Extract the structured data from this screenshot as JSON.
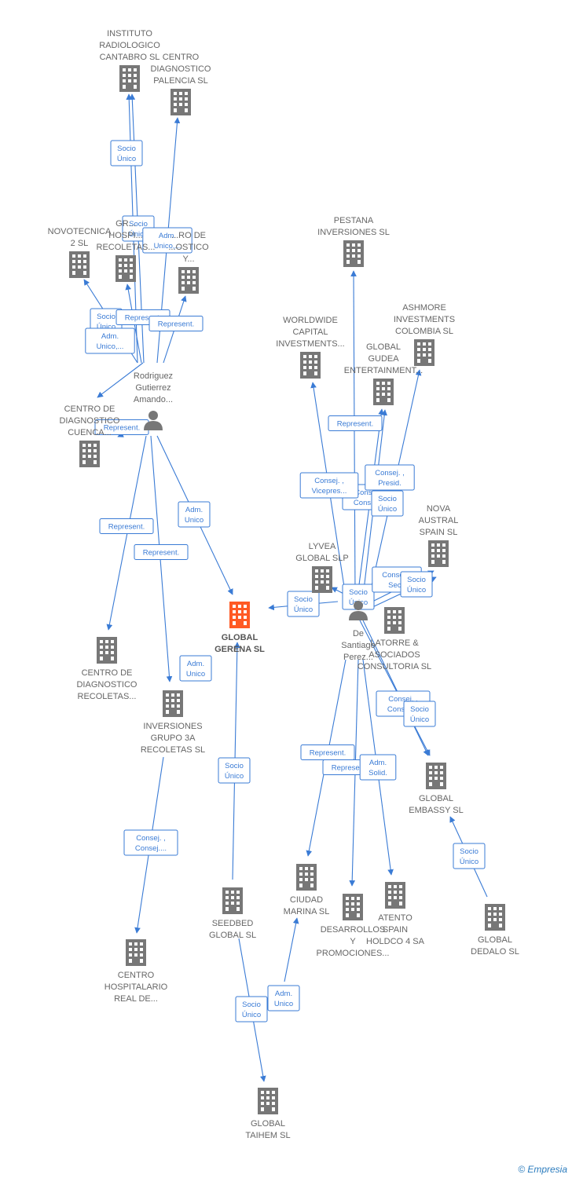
{
  "colors": {
    "accent": "#3a7bd5",
    "node": "#777777",
    "highlight": "#ff5a24"
  },
  "nodes": [
    {
      "id": "instituto",
      "kind": "company",
      "lines": [
        "INSTITUTO",
        "RADIOLOGICO",
        "CANTABRO SL"
      ]
    },
    {
      "id": "centro_palencia",
      "kind": "company",
      "lines": [
        "CENTRO",
        "DIAGNOSTICO",
        "PALENCIA  SL"
      ]
    },
    {
      "id": "novotecnica",
      "kind": "company",
      "lines": [
        "NOVOTECNICA",
        "2  SL"
      ]
    },
    {
      "id": "grupo_hosp",
      "kind": "company",
      "lines": [
        "GR...",
        "HOSPI...",
        "RECOLETAS..."
      ]
    },
    {
      "id": "centro_y",
      "kind": "company",
      "lines": [
        "...RO DE",
        "...OSTICO",
        "Y..."
      ]
    },
    {
      "id": "rodriguez",
      "kind": "person",
      "lines": [
        "Rodriguez",
        "Gutierrez",
        "Amando..."
      ]
    },
    {
      "id": "centro_cuenca",
      "kind": "company",
      "lines": [
        "CENTRO DE",
        "DIAGNOSTICO",
        "CUENCA..."
      ]
    },
    {
      "id": "global_gerena",
      "kind": "focus",
      "lines": [
        "GLOBAL",
        "GERENA  SL"
      ]
    },
    {
      "id": "centro_recoletas",
      "kind": "company",
      "lines": [
        "CENTRO DE",
        "DIAGNOSTICO",
        "RECOLETAS..."
      ]
    },
    {
      "id": "inversiones3a",
      "kind": "company",
      "lines": [
        "INVERSIONES",
        "GRUPO 3A",
        "RECOLETAS SL"
      ]
    },
    {
      "id": "centro_hosp_real",
      "kind": "company",
      "lines": [
        "CENTRO",
        "HOSPITALARIO",
        "REAL DE..."
      ]
    },
    {
      "id": "seedbed",
      "kind": "company",
      "lines": [
        "SEEDBED",
        "GLOBAL  SL"
      ]
    },
    {
      "id": "global_taihem",
      "kind": "company",
      "lines": [
        "GLOBAL",
        "TAIHEM SL"
      ]
    },
    {
      "id": "ciudad_marina",
      "kind": "company",
      "lines": [
        "CIUDAD",
        "MARINA SL"
      ]
    },
    {
      "id": "pestana",
      "kind": "company",
      "lines": [
        "PESTANA",
        "INVERSIONES SL"
      ]
    },
    {
      "id": "worldwide",
      "kind": "company",
      "lines": [
        "WORLDWIDE",
        "CAPITAL",
        "INVESTMENTS..."
      ]
    },
    {
      "id": "ashmore",
      "kind": "company",
      "lines": [
        "ASHMORE",
        "INVESTMENTS",
        "COLOMBIA SL"
      ]
    },
    {
      "id": "global_gudea",
      "kind": "company",
      "lines": [
        "GLOBAL",
        "GUDEA",
        "ENTERTAINMENT..."
      ]
    },
    {
      "id": "nova_austral",
      "kind": "company",
      "lines": [
        "NOVA",
        "AUSTRAL",
        "SPAIN  SL"
      ]
    },
    {
      "id": "lyvea",
      "kind": "company",
      "lines": [
        "LYVEA",
        "GLOBAL  SLP"
      ]
    },
    {
      "id": "de_santiago",
      "kind": "person",
      "lines": [
        "De",
        "Santiago",
        "Perez..."
      ]
    },
    {
      "id": "latorre",
      "kind": "company",
      "lines": [
        "LATORRE &",
        "ASOCIADOS",
        "CONSULTORIA SL"
      ]
    },
    {
      "id": "global_embassy",
      "kind": "company",
      "lines": [
        "GLOBAL",
        "EMBASSY  SL"
      ]
    },
    {
      "id": "global_dedalo",
      "kind": "company",
      "lines": [
        "GLOBAL",
        "DEDALO  SL"
      ]
    },
    {
      "id": "desarrollos",
      "kind": "company",
      "lines": [
        "DESARROLLOS",
        "Y",
        "PROMOCIONES..."
      ]
    },
    {
      "id": "atento",
      "kind": "company",
      "lines": [
        "ATENTO",
        "SPAIN",
        "HOLDCO 4 SA"
      ]
    }
  ],
  "edges": [
    {
      "from": "rodriguez",
      "to": "instituto",
      "lines": [
        "Socio",
        "Único"
      ]
    },
    {
      "from": "rodriguez",
      "to": "instituto",
      "lines": [
        "Socio",
        "Único"
      ]
    },
    {
      "from": "rodriguez",
      "to": "centro_palencia",
      "lines": [
        "Adm.",
        "Unico,..."
      ]
    },
    {
      "from": "rodriguez",
      "to": "novotecnica",
      "lines": [
        "Socio",
        "Único"
      ]
    },
    {
      "from": "rodriguez",
      "to": "grupo_hosp",
      "lines": [
        "Represent."
      ]
    },
    {
      "from": "rodriguez",
      "to": "centro_y",
      "lines": [
        "Represent."
      ]
    },
    {
      "from": "rodriguez",
      "to": "centro_cuenca",
      "lines": [
        "Adm.",
        "Unico,..."
      ]
    },
    {
      "from": "rodriguez",
      "to": "centro_cuenca",
      "lines": [
        "Represent."
      ]
    },
    {
      "from": "rodriguez",
      "to": "global_gerena",
      "lines": [
        "Adm.",
        "Unico"
      ]
    },
    {
      "from": "rodriguez",
      "to": "centro_recoletas",
      "lines": [
        "Represent."
      ]
    },
    {
      "from": "rodriguez",
      "to": "inversiones3a",
      "lines": [
        "Represent."
      ]
    },
    {
      "from": "inversiones3a",
      "to": "centro_hosp_real",
      "lines": [
        "Consej. ,",
        "Consej...."
      ]
    },
    {
      "from": "seedbed",
      "to": "global_gerena",
      "lines": [
        "Socio",
        "Único"
      ]
    },
    {
      "from": "ciudad_marina",
      "to": "global_taihem",
      "lines": [
        "Adm.",
        "Unico"
      ]
    },
    {
      "from": "seedbed",
      "to": "global_taihem",
      "lines": [
        "Socio",
        "Único"
      ]
    },
    {
      "from": "de_santiago",
      "to": "global_gerena",
      "lines": [
        "Socio",
        "Único"
      ]
    },
    {
      "from": "de_santiago",
      "to": "global_gerena",
      "lines": [
        "Adm.",
        "Unico"
      ]
    },
    {
      "from": "de_santiago",
      "to": "pestana",
      "lines": [
        "Consej. ,",
        "Consej...."
      ]
    },
    {
      "from": "de_santiago",
      "to": "worldwide",
      "lines": [
        "Consej. ,",
        "Vicepres..."
      ]
    },
    {
      "from": "de_santiago",
      "to": "global_gudea",
      "lines": [
        "Represent."
      ]
    },
    {
      "from": "de_santiago",
      "to": "global_gudea",
      "lines": [
        "Consej. ,",
        "Presid."
      ]
    },
    {
      "from": "de_santiago",
      "to": "ashmore",
      "lines": [
        "Socio",
        "Único"
      ]
    },
    {
      "from": "de_santiago",
      "to": "lyvea",
      "lines": [
        "Socio",
        "Único"
      ]
    },
    {
      "from": "de_santiago",
      "to": "nova_austral",
      "lines": [
        "Consej. ,",
        "Secr."
      ]
    },
    {
      "from": "de_santiago",
      "to": "nova_austral",
      "lines": [
        "Socio",
        "Único"
      ]
    },
    {
      "from": "de_santiago",
      "to": "global_embassy",
      "lines": [
        "Consej. ,",
        "Consej...."
      ]
    },
    {
      "from": "de_santiago",
      "to": "global_embassy",
      "lines": [
        "Socio",
        "Único"
      ]
    },
    {
      "from": "de_santiago",
      "to": "ciudad_marina",
      "lines": [
        "Represent."
      ]
    },
    {
      "from": "de_santiago",
      "to": "desarrollos",
      "lines": [
        "Represent."
      ]
    },
    {
      "from": "de_santiago",
      "to": "atento",
      "lines": [
        "Adm.",
        "Solid."
      ]
    },
    {
      "from": "global_dedalo",
      "to": "global_embassy",
      "lines": [
        "Socio",
        "Único"
      ]
    }
  ],
  "footer": {
    "copyright": "©",
    "brand": "Empresia"
  }
}
